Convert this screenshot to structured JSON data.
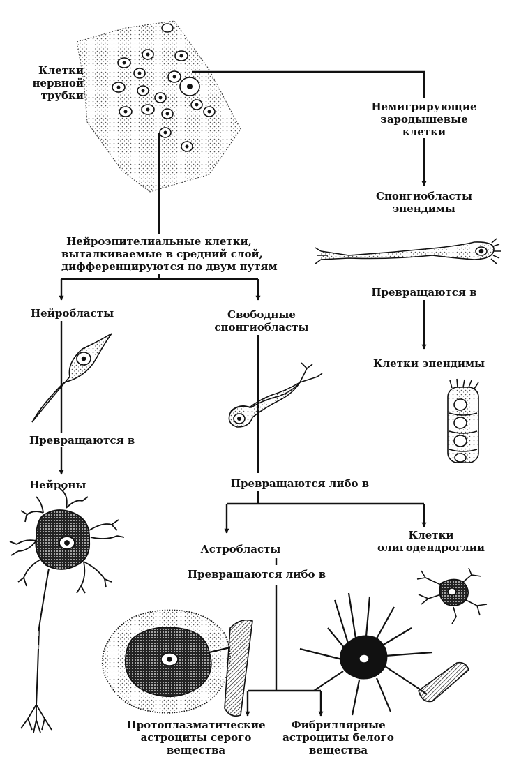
{
  "labels": {
    "neural_tube_cells": [
      "Клетки",
      "нервной",
      "трубки"
    ],
    "nonmigrating": [
      "Немигрирующие",
      "зародышевые",
      "клетки"
    ],
    "ependyma_spongioblasts": [
      "Спонгиобласты",
      "эпендимы"
    ],
    "turn_into_right": "Превращаются в",
    "ependyma_cells": "Клетки эпендимы",
    "neuroepithelial": [
      "Нейроэпителиальные клетки,",
      "выталкиваемые в средний слой,",
      "дифференцируются по двум путям"
    ],
    "neuroblasts": "Нейробласты",
    "free_spongioblasts": [
      "Свободные",
      "спонгиобласты"
    ],
    "turn_into_left": "Превращаются в",
    "neurons": "Нейроны",
    "turn_into_either_1": "Превращаются либо в",
    "oligodendroglia": [
      "Клетки",
      "олигодендроглии"
    ],
    "astroblasts": "Астробласты",
    "turn_into_either_2": "Превращаются либо в",
    "protoplasmic_astrocytes": [
      "Протоплазматические",
      "астроциты серого",
      "вещества"
    ],
    "fibrillar_astrocytes": [
      "Фибриллярные",
      "астроциты белого",
      "вещества"
    ]
  },
  "colors": {
    "ink": "#111111",
    "paper": "#ffffff",
    "stipple": "#555555"
  },
  "icons": [
    "neural-tube-tissue-icon",
    "ependymal-spongioblast-icon",
    "ependyma-cells-icon",
    "neuroblast-icon",
    "free-spongioblast-icon",
    "neuron-icon",
    "oligodendrocyte-icon",
    "protoplasmic-astrocyte-icon",
    "fibrillar-astrocyte-icon",
    "blood-vessel-icon"
  ]
}
